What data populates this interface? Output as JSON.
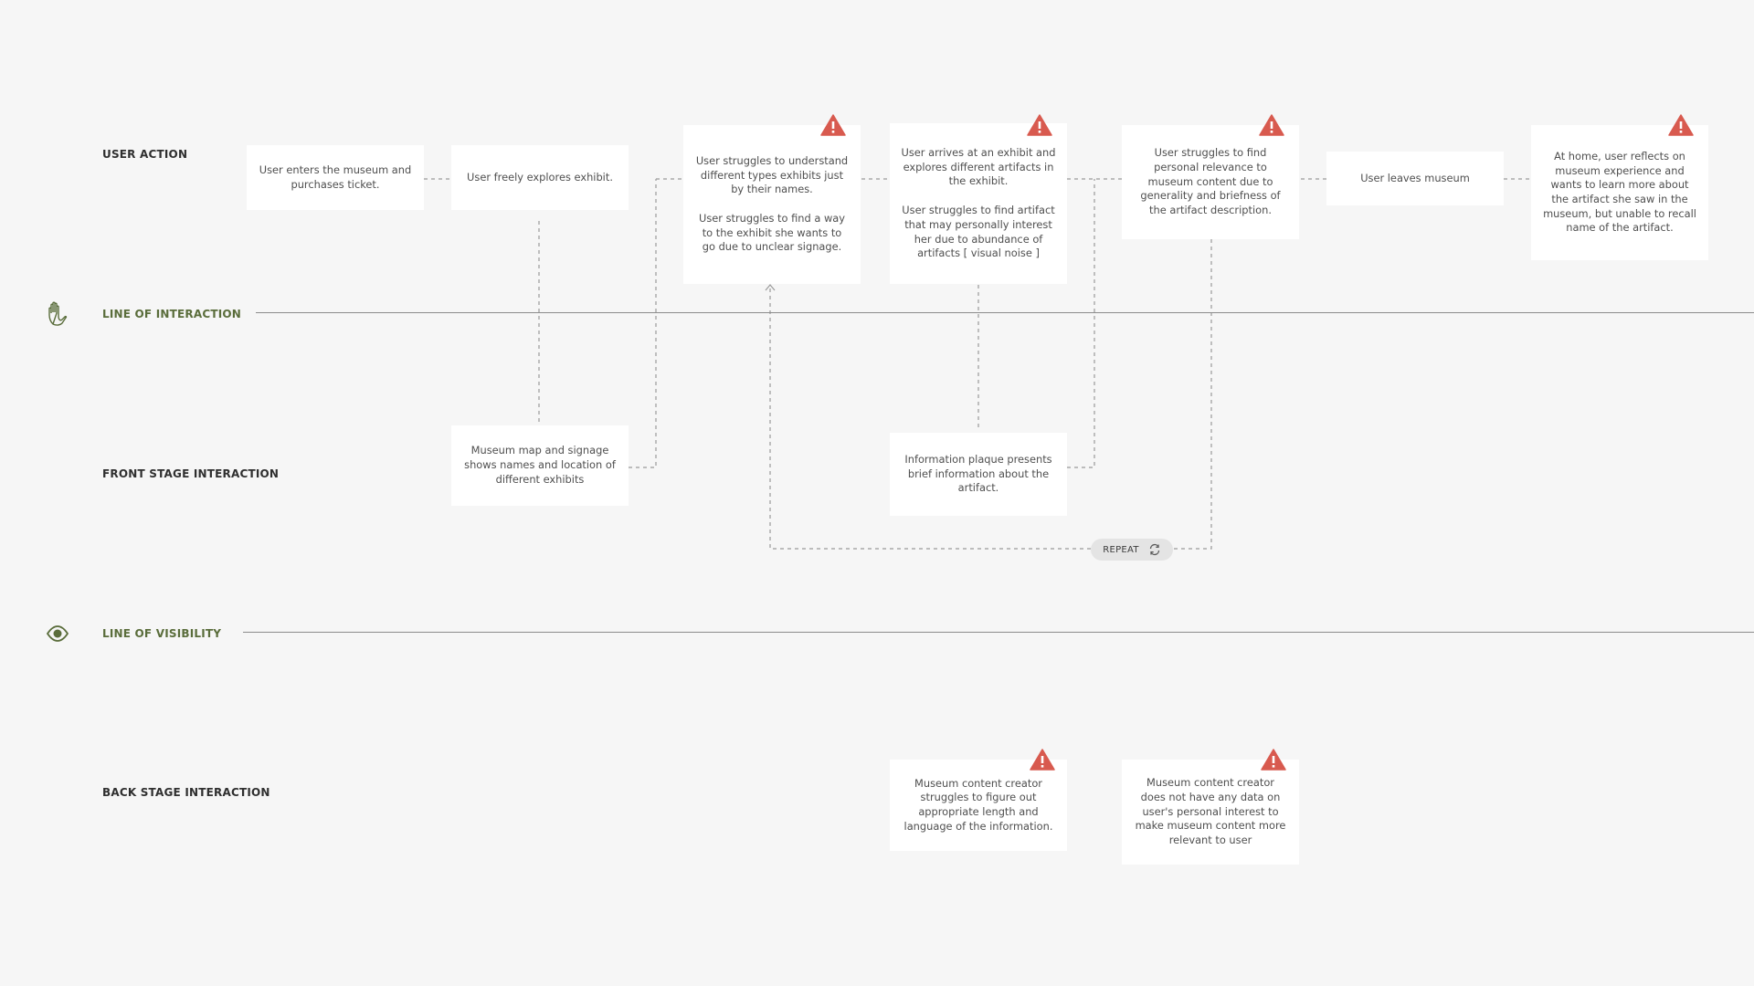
{
  "rows": {
    "user_action": "USER ACTION",
    "line_of_interaction": "LINE OF INTERACTION",
    "front_stage": "FRONT STAGE INTERACTION",
    "line_of_visibility": "LINE OF VISIBILITY",
    "back_stage": "BACK STAGE INTERACTION"
  },
  "user_actions": [
    {
      "text": "User enters the museum and purchases ticket.",
      "warning": false
    },
    {
      "text": "User freely explores exhibit.",
      "warning": false
    },
    {
      "text": "User struggles to understand different types exhibits just by their names.",
      "text2": "User struggles to find a way to the exhibit she wants to go due to unclear signage.",
      "warning": true
    },
    {
      "text": "User arrives at an exhibit and explores different artifacts in the exhibit.",
      "text2": "User struggles to find artifact that may personally interest her due to abundance of artifacts [ visual noise ]",
      "warning": true
    },
    {
      "text": "User struggles to find personal relevance to museum content due to generality and briefness of the artifact description.",
      "warning": true
    },
    {
      "text": "User leaves museum",
      "warning": false
    },
    {
      "text": "At home, user reflects on museum experience and wants to learn more about the artifact she saw in the museum, but unable to recall name of the artifact.",
      "warning": true
    }
  ],
  "front_stage": [
    {
      "text": "Museum map and signage shows names and location of different exhibits"
    },
    {
      "text": "Information plaque presents brief information about the artifact."
    }
  ],
  "back_stage": [
    {
      "text": "Museum content creator struggles to figure out appropriate length and language of the information.",
      "warning": true
    },
    {
      "text": "Museum content creator does not have any data on user's personal interest to make museum content more relevant to user",
      "warning": true
    }
  ],
  "repeat": {
    "label": "REPEAT",
    "icon": "refresh-icon"
  },
  "icons": {
    "interaction": "hand-icon",
    "visibility": "eye-icon",
    "warning": "warning-icon"
  },
  "colors": {
    "background": "#f6f6f6",
    "card": "#ffffff",
    "warning": "#d85a4f",
    "accent_green": "#5a6d3b",
    "line": "#8c8c8c",
    "dashed": "#9a9a9a"
  }
}
